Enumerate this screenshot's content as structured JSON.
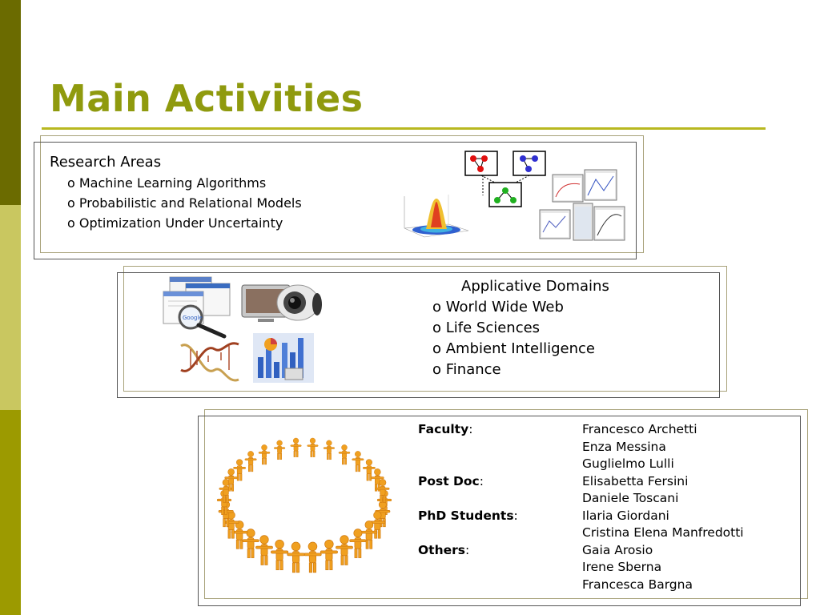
{
  "slide": {
    "title": "Main Activities"
  },
  "research_areas": {
    "heading": "Research Areas",
    "items": [
      "o Machine Learning Algorithms",
      "o Probabilistic and Relational Models",
      "o Optimization Under Uncertainty"
    ]
  },
  "applicative_domains": {
    "heading": "Applicative Domains",
    "items": [
      "o World Wide Web",
      "o Life Sciences",
      "o Ambient Intelligence",
      "o Finance"
    ]
  },
  "people": {
    "groups": [
      {
        "role": "Faculty",
        "suffix": ":",
        "names": [
          "Francesco Archetti",
          "Enza Messina",
          "Guglielmo Lulli"
        ]
      },
      {
        "role": "Post Doc",
        "suffix": ":",
        "names": [
          "Elisabetta Fersini",
          "Daniele Toscani"
        ]
      },
      {
        "role": "PhD Students",
        "suffix": ":",
        "names": [
          "Ilaria Giordani",
          "Cristina Elena Manfredotti"
        ]
      },
      {
        "role": "Others",
        "suffix": ":",
        "names": [
          "Gaia Arosio",
          "Irene Sberna",
          "Francesca Bargna"
        ]
      }
    ]
  },
  "icons": {
    "box1": [
      "gaussian-surface-icon",
      "graph-network-icon",
      "chart-windows-icon"
    ],
    "box2": [
      "search-browser-icon",
      "security-camera-icon",
      "dna-helix-icon",
      "finance-chart-icon"
    ],
    "box3": [
      "people-circle-icon"
    ]
  },
  "colors": {
    "title": "#8f9a0e",
    "band_dark": "#6b6b00",
    "band_light": "#c9c760",
    "band_mid": "#9c9a00"
  }
}
